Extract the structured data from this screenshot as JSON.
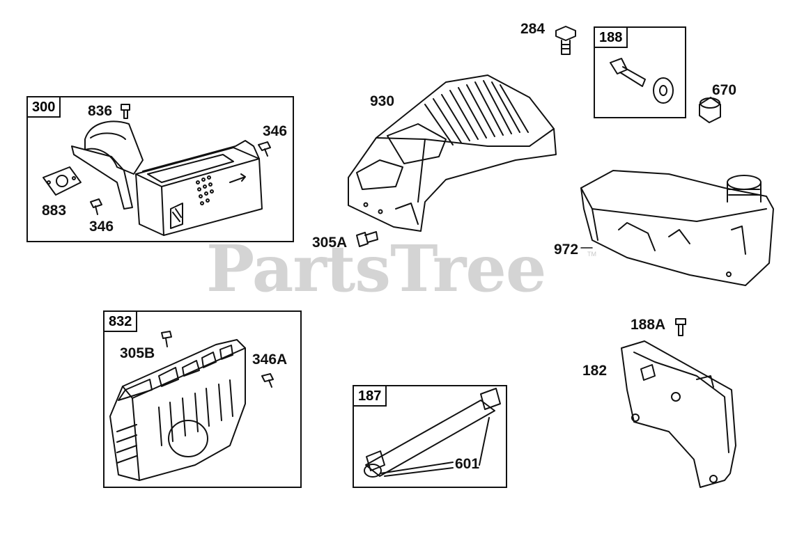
{
  "watermark": {
    "text": "PartsTree",
    "mark": "TM"
  },
  "groups": {
    "g300": {
      "id": "300"
    },
    "g188": {
      "id": "188"
    },
    "g832": {
      "id": "832"
    },
    "g187": {
      "id": "187"
    }
  },
  "labels": {
    "p836": "836",
    "p346_top": "346",
    "p883": "883",
    "p346_bottom": "346",
    "p930": "930",
    "p305A": "305A",
    "p284": "284",
    "p670": "670",
    "p972": "972",
    "p305B": "305B",
    "p346A": "346A",
    "p601": "601",
    "p188A": "188A",
    "p182": "182"
  },
  "colors": {
    "line": "#111111",
    "watermark": "#d4d4d4"
  },
  "icons": [
    "muffler-assembly-icon",
    "gasket-icon",
    "bolt-icon",
    "blower-housing-icon",
    "screw-icon",
    "shoulder-bolt-icon",
    "washer-icon",
    "spacer-icon",
    "fuel-tank-icon",
    "muffler-guard-icon",
    "fuel-line-icon",
    "hose-clamp-icon",
    "tank-bracket-icon"
  ]
}
